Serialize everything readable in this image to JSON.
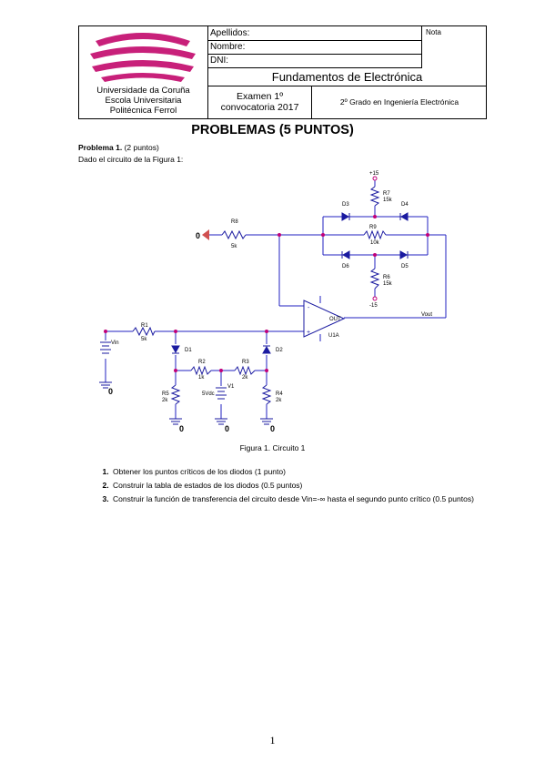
{
  "header": {
    "university_lines": [
      "Universidade da Coruña",
      "Escola Universitaria",
      "Politécnica Ferrol"
    ],
    "fields": [
      "Apellidos:",
      "Nombre:",
      "DNI:"
    ],
    "nota_label": "Nota",
    "course": "Fundamentos de Electrónica",
    "exam_lines": [
      "Examen 1º",
      "convocatoria 2017"
    ],
    "degree": "2º Grado en Ingeniería Electrónica"
  },
  "title": "PROBLEMAS (5 PUNTOS)",
  "problem": {
    "label": "Problema 1.",
    "points": "(2 puntos)",
    "intro": "Dado el circuito de la Figura 1:"
  },
  "circuit": {
    "source_vin": "Vin",
    "source_v1": "V1",
    "v1_value": "5Vdc",
    "v_pos": "+15",
    "v_neg": "-15",
    "ground": "0",
    "input_node": "0",
    "opamp": "U1A",
    "opamp_out": "OUT",
    "output": "Vout",
    "resistors": [
      {
        "name": "R1",
        "value": "5k"
      },
      {
        "name": "R2",
        "value": "1k"
      },
      {
        "name": "R3",
        "value": "2k"
      },
      {
        "name": "R4",
        "value": "2k"
      },
      {
        "name": "R5",
        "value": "2k"
      },
      {
        "name": "R6",
        "value": "15k"
      },
      {
        "name": "R7",
        "value": "15k"
      },
      {
        "name": "R8",
        "value": "5k"
      },
      {
        "name": "R9",
        "value": "10k"
      }
    ],
    "diodes": [
      "D1",
      "D2",
      "D3",
      "D4",
      "D5",
      "D6"
    ]
  },
  "caption": "Figura 1. Circuito 1",
  "questions": [
    "Obtener los puntos críticos de los diodos (1 punto)",
    "Construir la tabla de estados de los diodos (0.5 puntos)",
    "Construir la función de transferencia del circuito desde Vin=-∞ hasta el segundo punto crítico (0.5 puntos)"
  ],
  "page_number": "1",
  "colors": {
    "wire": "#2020c0",
    "node": "#c0007a",
    "component": "#1a1aa0",
    "logo": "#c8207a"
  }
}
